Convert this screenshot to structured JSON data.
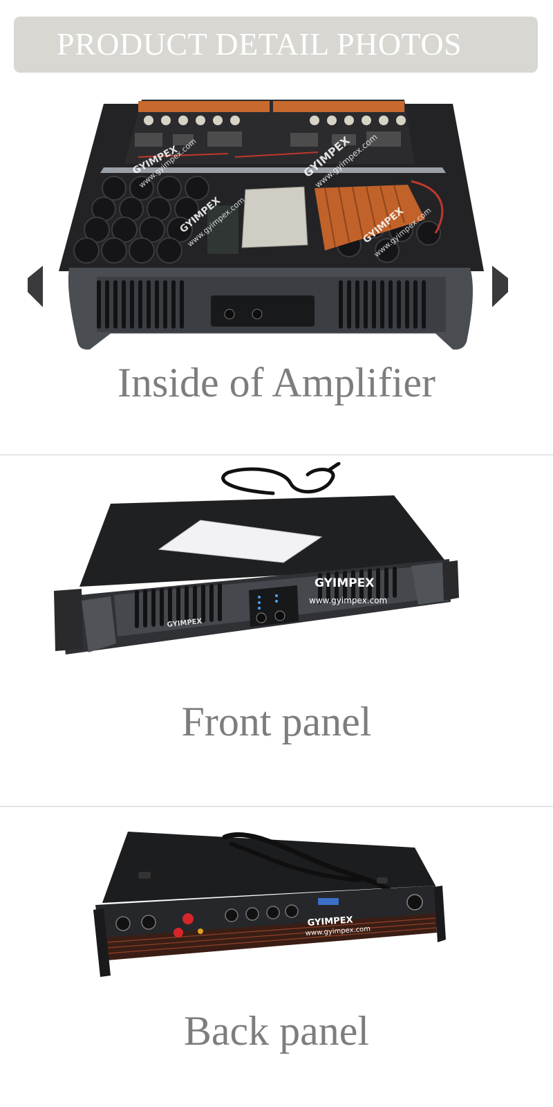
{
  "header": {
    "title": "PRODUCT DETAIL PHOTOS"
  },
  "sections": [
    {
      "caption": "Inside of Amplifier",
      "photo_icon": "amplifier-interior-photo",
      "watermark_brand": "GYIMPEX",
      "watermark_url": "www.gyimpex.com"
    },
    {
      "caption": "Front panel",
      "photo_icon": "amplifier-front-photo",
      "watermark_brand": "GYIMPEX",
      "watermark_url": "www.gyimpex.com",
      "panel_brand": "GYIMPEX"
    },
    {
      "caption": "Back panel",
      "photo_icon": "amplifier-back-photo",
      "watermark_brand": "GYIMPEX",
      "watermark_url": "www.gyimpex.com"
    }
  ],
  "colors": {
    "banner_bg": "#d8d7d2",
    "banner_text": "#ffffff",
    "caption_text": "#7d7d7d",
    "divider": "#cfcfcf",
    "chassis_black": "#1b1b1d",
    "panel_gray": "#3d4045",
    "heatsink_copper": "#c8692e"
  }
}
